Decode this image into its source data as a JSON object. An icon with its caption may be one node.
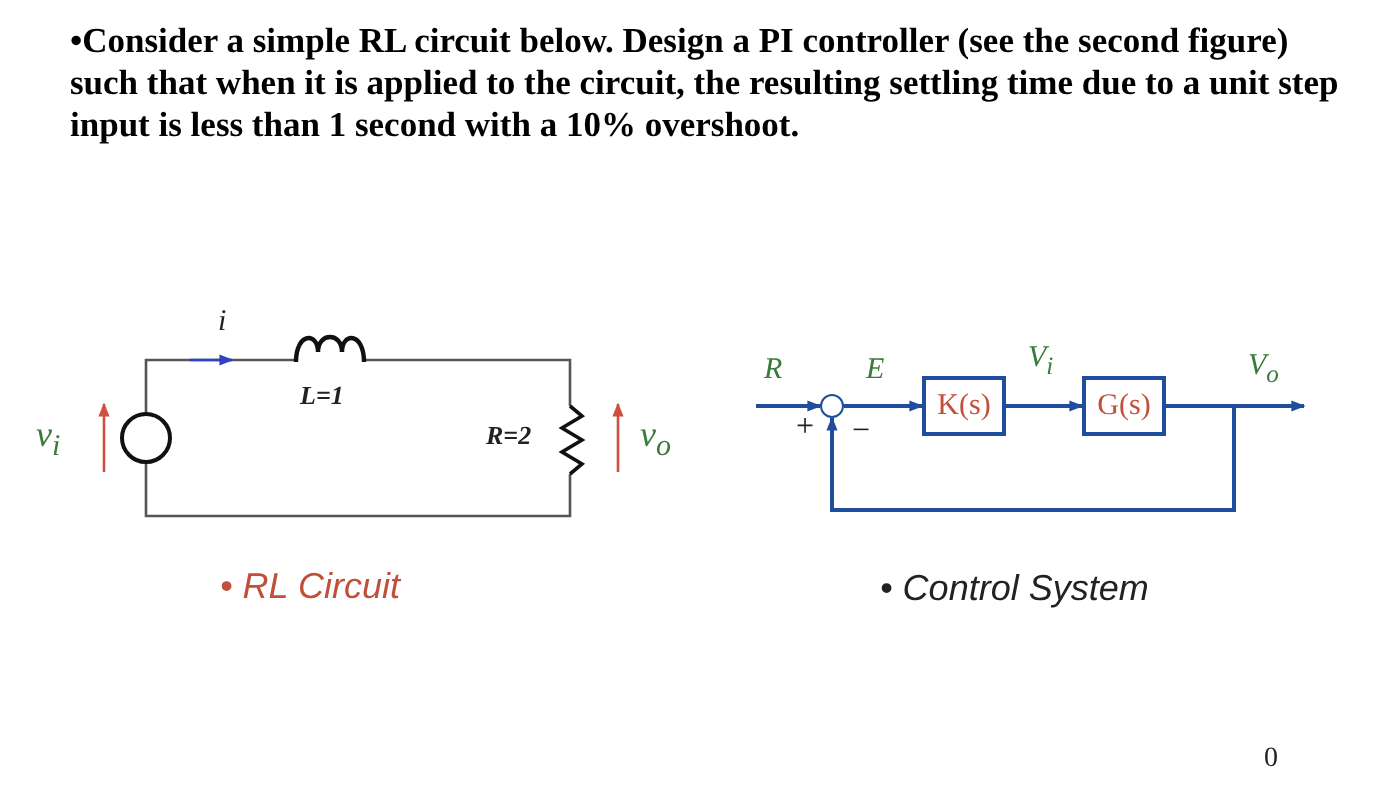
{
  "diagram": {
    "title": "•Consider a simple RL circuit below. Design a PI controller (see the second figure) such that when it is applied to the circuit, the resulting settling time due to a unit step input is less than 1 second with a 10% overshoot.",
    "nodes": [
      {
        "text": [],
        "shape": "circle"
      },
      {
        "text": [
          "K(s)"
        ]
      },
      {
        "text": [
          "G(s)"
        ]
      }
    ],
    "edges": [
      {
        "from": null,
        "to": 0,
        "arrow": "to",
        "label": "R"
      },
      {
        "from": 0,
        "to": 1,
        "arrow": "to",
        "label": "E"
      },
      {
        "from": 1,
        "to": 2,
        "arrow": "to",
        "label": "V$_{i}$"
      },
      {
        "from": 2,
        "to": null,
        "arrow": "to",
        "label": "V$_{o}$"
      },
      {
        "from": 2,
        "to": 0,
        "arrow": "to"
      }
    ],
    "labels": [
      "i",
      "L=1",
      "v$_{i}$",
      "R=2",
      "v$_{o}$",
      "+",
      "−",
      "• RL Circuit",
      "• Control System",
      "0"
    ]
  }
}
